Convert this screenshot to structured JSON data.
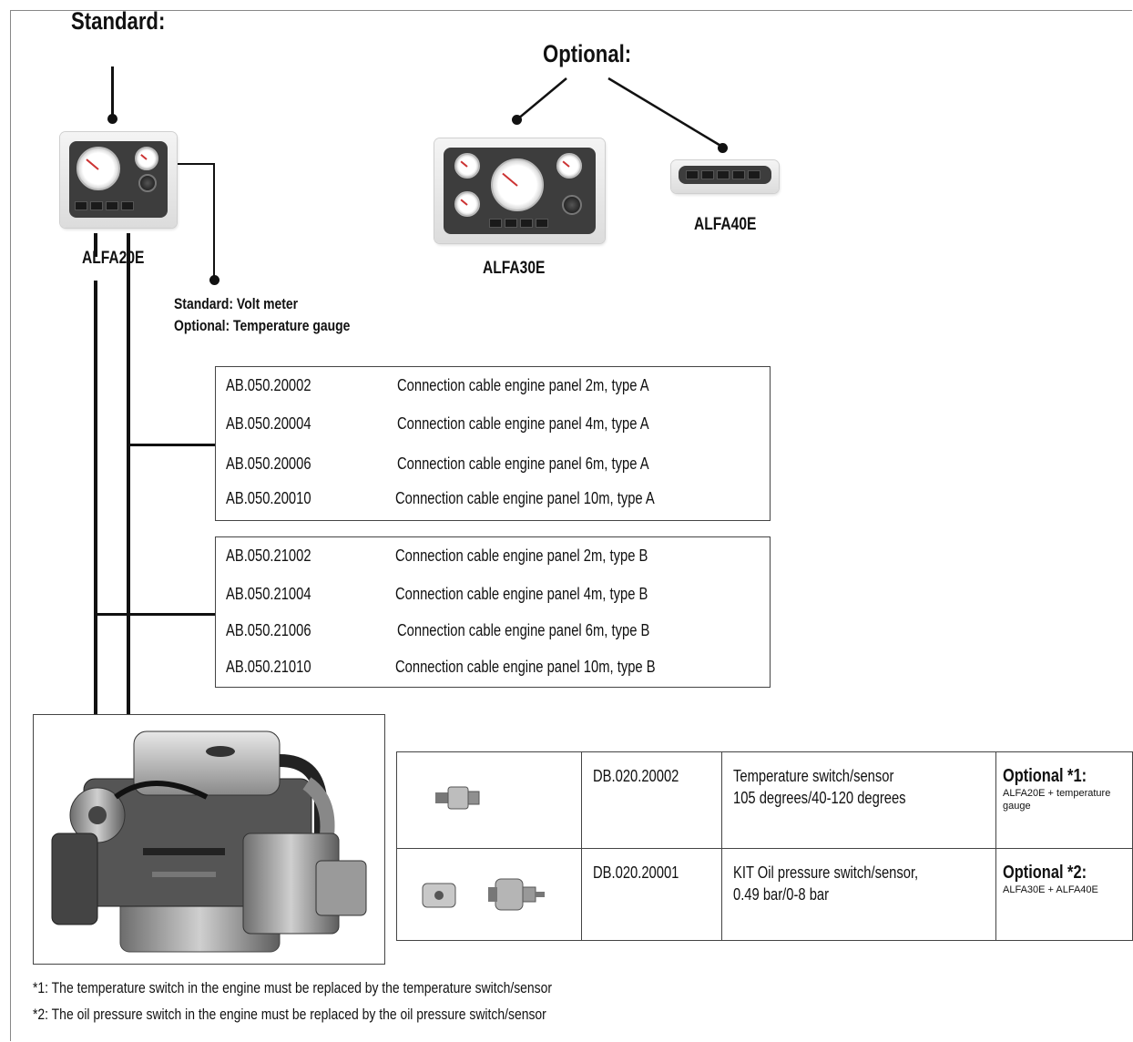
{
  "headings": {
    "standard": "Standard:",
    "optional": "Optional:"
  },
  "panels": {
    "alfa20e": "ALFA20E",
    "alfa30e": "ALFA30E",
    "alfa40e": "ALFA40E"
  },
  "gauge_note": {
    "line1": "Standard: Volt meter",
    "line2": "Optional: Temperature gauge"
  },
  "cables_a": [
    {
      "code": "AB.050.20002",
      "desc": "Connection cable engine panel 2m, type A"
    },
    {
      "code": "AB.050.20004",
      "desc": "Connection cable engine panel 4m, type A"
    },
    {
      "code": "AB.050.20006",
      "desc": "Connection cable engine panel 6m, type A"
    },
    {
      "code": "AB.050.20010",
      "desc": "Connection cable engine panel 10m, type A"
    }
  ],
  "cables_b": [
    {
      "code": "AB.050.21002",
      "desc": "Connection cable engine panel 2m, type B"
    },
    {
      "code": "AB.050.21004",
      "desc": "Connection cable engine panel 4m, type B"
    },
    {
      "code": "AB.050.21006",
      "desc": "Connection cable engine panel 6m, type B"
    },
    {
      "code": "AB.050.21010",
      "desc": "Connection cable engine panel 10m, type B"
    }
  ],
  "sensors": [
    {
      "code": "DB.020.20002",
      "desc1": "Temperature switch/sensor",
      "desc2": "105 degrees/40-120 degrees",
      "opt_title": "Optional *1:",
      "opt_sub": "ALFA20E + temperature gauge"
    },
    {
      "code": "DB.020.20001",
      "desc1": "KIT Oil pressure switch/sensor,",
      "desc2": "0.49 bar/0-8 bar",
      "opt_title": "Optional *2:",
      "opt_sub": "ALFA30E + ALFA40E"
    }
  ],
  "footnotes": {
    "n1": "*1: The temperature switch in the engine must be replaced by the temperature switch/sensor",
    "n2": "*2: The oil pressure switch in the engine must be replaced by the oil pressure switch/sensor"
  }
}
